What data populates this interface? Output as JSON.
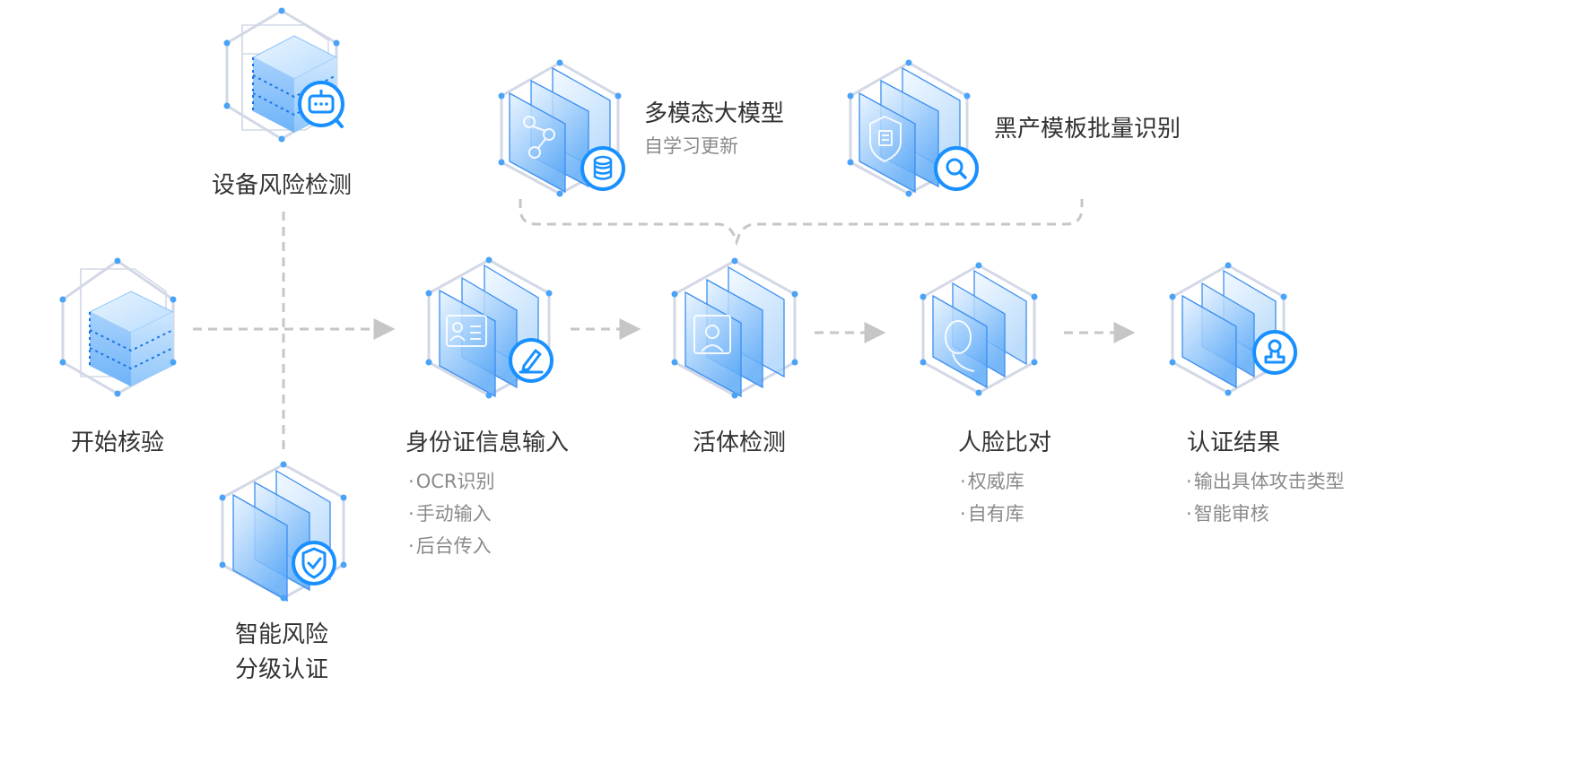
{
  "nodes": {
    "start": {
      "title": "开始核验"
    },
    "device_risk": {
      "title": "设备风险检测"
    },
    "smart_risk": {
      "title_line1": "智能风险",
      "title_line2": "分级认证",
      "icon": "shield-check-icon"
    },
    "id_input": {
      "title": "身份证信息输入",
      "items": [
        "OCR识别",
        "手动输入",
        "后台传入"
      ],
      "icon": "pen-icon"
    },
    "liveness": {
      "title": "活体检测"
    },
    "face_compare": {
      "title": "人脸比对",
      "items": [
        "权威库",
        "自有库"
      ]
    },
    "auth_result": {
      "title": "认证结果",
      "items": [
        "输出具体攻击类型",
        "智能审核"
      ],
      "icon": "stamp-icon"
    },
    "multimodal": {
      "title": "多模态大模型",
      "subtitle": "自学习更新",
      "icon": "database-icon"
    },
    "blackmarket": {
      "title": "黑产模板批量识别",
      "icon": "magnifier-icon"
    }
  },
  "colors": {
    "accent": "#1890ff",
    "panel_light": "#d6ebff",
    "panel_mid": "#8cc4fb",
    "hex_stroke": "#d2d8e6",
    "connector": "#c6c6c6",
    "text": "#333333",
    "subtext": "#8a8a8a"
  }
}
